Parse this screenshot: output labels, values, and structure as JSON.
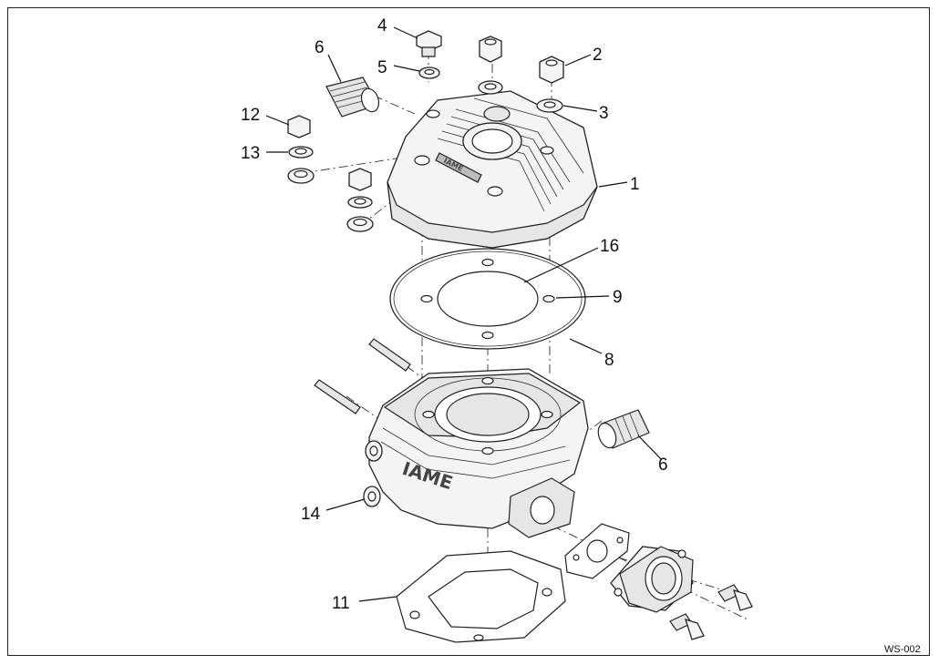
{
  "diagram": {
    "reference_code": "WS-002",
    "brand_cylinder": "IAME",
    "callouts": {
      "c1": "1",
      "c2": "2",
      "c3": "3",
      "c4": "4",
      "c5": "5",
      "c6a": "6",
      "c6b": "6",
      "c8": "8",
      "c9": "9",
      "c11": "11",
      "c12": "12",
      "c13": "13",
      "c14": "14",
      "c16": "16"
    }
  }
}
